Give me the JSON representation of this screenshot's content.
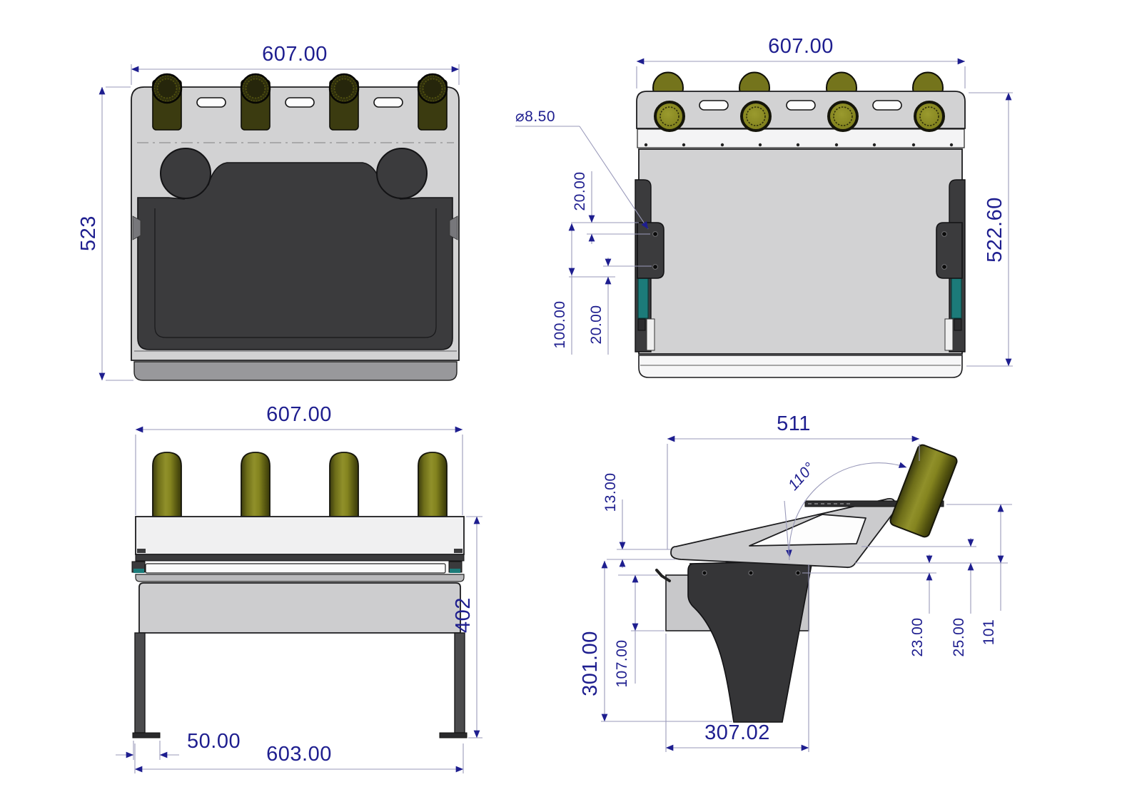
{
  "drawing": {
    "type": "engineering-multiview",
    "accent_color": "#1e1e8f",
    "dimension_line_color": "#9a9aba",
    "part_colors": {
      "plate": "#d2d2d3",
      "dark_panel": "#3b3b3d",
      "olive": "#8f8f23",
      "teal": "#1c7b79",
      "leg": "#4b4b4d"
    }
  },
  "views": {
    "top": {
      "width": "607.00",
      "height": "523"
    },
    "front": {
      "width": "607.00",
      "height": "522.60",
      "hole_dia": "⌀8.50",
      "hole_offset_top": "20.00",
      "hole_span": "100.00",
      "hole_offset_bottom": "20.00"
    },
    "rear": {
      "width": "607.00",
      "height": "402",
      "foot_length": "50.00",
      "leg_span": "603.00"
    },
    "side": {
      "depth": "511",
      "angle": "110°",
      "lip_thickness": "13.00",
      "step_a": "23.00",
      "step_b": "25.00",
      "back_height": "101",
      "total_height": "301.00",
      "box_height": "107.00",
      "leg_depth": "307.02"
    }
  }
}
